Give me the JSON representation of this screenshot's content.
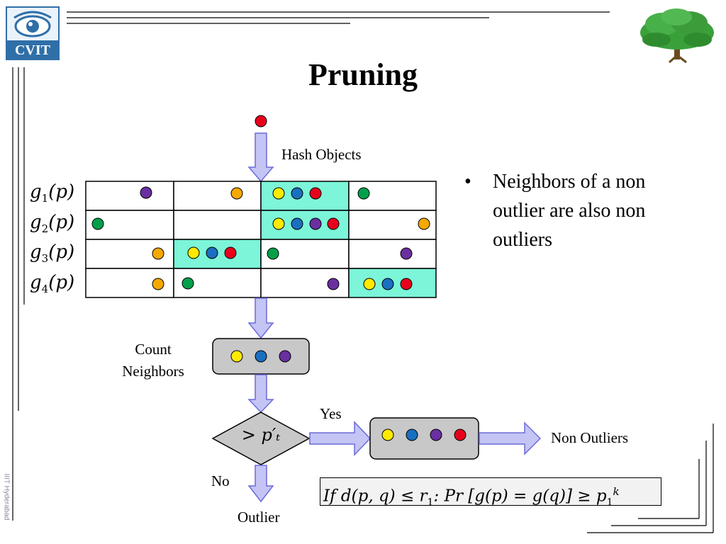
{
  "title": "Pruning",
  "logo_text": "CVIT",
  "side_text": "IIIT Hyderabad",
  "colors": {
    "red": "#e8001c",
    "orange": "#f5a800",
    "purple": "#6a2fa0",
    "green": "#00a04a",
    "yellow": "#ffea00",
    "blue": "#1a6fc0",
    "highlight": "#7cf5d8",
    "box_gray": "#c8c8c8",
    "arrow_fill": "#c4c4f5",
    "arrow_stroke": "#6b6bd8"
  },
  "diagram": {
    "hash_label": "Hash Objects",
    "count_label_line1": "Count",
    "count_label_line2": "Neighbors",
    "decision_label": "> p′ₜ",
    "yes_label": "Yes",
    "no_label": "No",
    "outlier_label": "Outlier",
    "non_outliers_label": "Non Outliers",
    "rows": [
      {
        "fn": "g",
        "sub": "1",
        "arg": "(p)"
      },
      {
        "fn": "g",
        "sub": "2",
        "arg": "(p)"
      },
      {
        "fn": "g",
        "sub": "3",
        "arg": "(p)"
      },
      {
        "fn": "g",
        "sub": "4",
        "arg": "(p)"
      }
    ]
  },
  "bullet": "Neighbors of a non outlier are also non outliers",
  "formula": {
    "left": "If  d(p, q) ≤ r",
    "r_sub": "1",
    "mid": ": Pr [g(p) = g(q)] ≥  p",
    "p_sub": "1",
    "sup": "k"
  }
}
